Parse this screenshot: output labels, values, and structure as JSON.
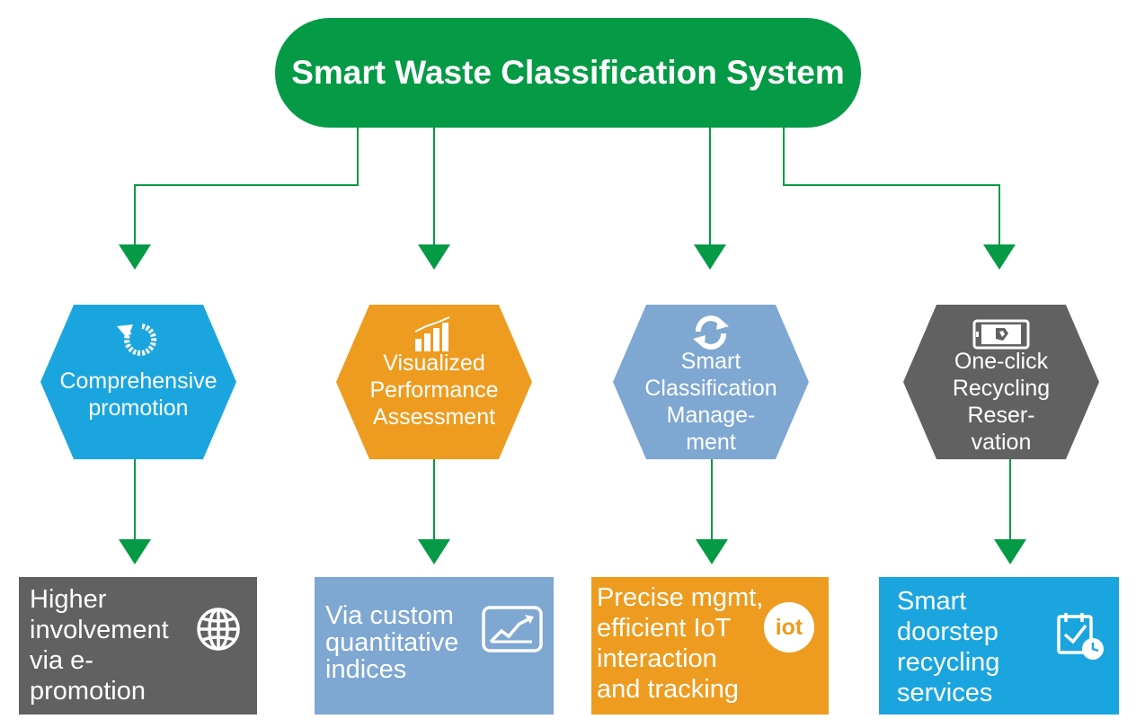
{
  "title": "Smart Waste Classification System",
  "colors": {
    "green": "#059a45",
    "blue": "#1aa5df",
    "orange": "#ed9c20",
    "lightblue": "#7ea7d2",
    "gray": "#616161"
  },
  "features": [
    {
      "label": "Comprehensive\npromotion",
      "icon": "refresh-dots-icon",
      "color": "blue",
      "outcome": {
        "text": "Higher\ninvolvement\nvia e-\npromotion",
        "icon": "globe-icon",
        "color": "gray"
      }
    },
    {
      "label": "Visualized\nPerformance\nAssessment",
      "icon": "bar-chart-icon",
      "color": "orange",
      "outcome": {
        "text": "Via custom\nquantitative\nindices",
        "icon": "line-chart-icon",
        "color": "lightblue"
      }
    },
    {
      "label": "Smart\nClassification\nManage-\nment",
      "icon": "sync-icon",
      "color": "lightblue",
      "outcome": {
        "text": "Precise mgmt,\nefficient IoT\ninteraction\nand tracking",
        "icon": "iot-icon",
        "icon_text": "iot",
        "color": "orange"
      }
    },
    {
      "label": "One-click\nRecycling\nReser-\nvation",
      "icon": "tablet-icon",
      "color": "gray",
      "outcome": {
        "text": "Smart\ndoorstep\nrecycling\nservices",
        "icon": "calendar-check-icon",
        "color": "blue"
      }
    }
  ]
}
